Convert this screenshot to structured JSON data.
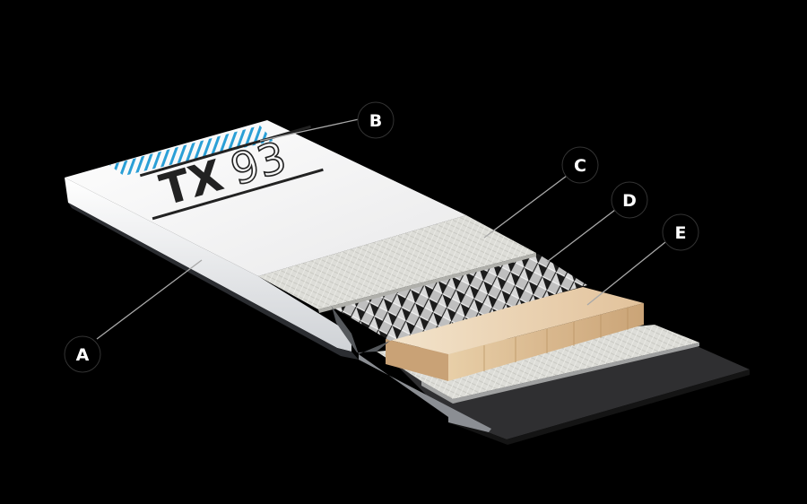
{
  "diagram": {
    "brand_text": "TX93",
    "brand_main": "TX",
    "brand_num": "93",
    "colors": {
      "background": "#000000",
      "topsheet": "#f4f4f4",
      "stripes": "#2a9fd6",
      "wood": "#e6c9a3",
      "base": "#2f2f31",
      "callout_bg": "#000000",
      "callout_text": "#ffffff"
    },
    "callouts": [
      {
        "id": "a",
        "label": "A"
      },
      {
        "id": "b",
        "label": "B"
      },
      {
        "id": "c",
        "label": "C"
      },
      {
        "id": "d",
        "label": "D"
      },
      {
        "id": "e",
        "label": "E"
      }
    ]
  }
}
